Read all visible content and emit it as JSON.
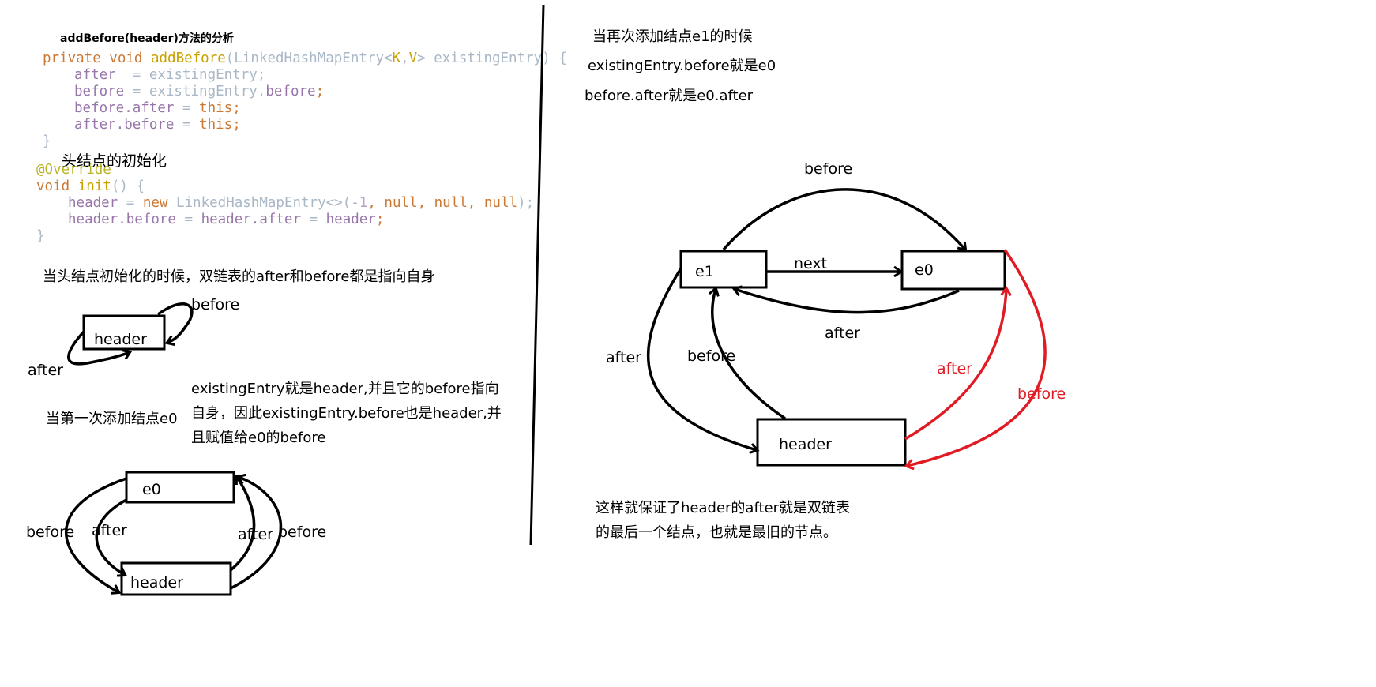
{
  "left": {
    "heading": "addBefore(header)方法的分析",
    "code1": {
      "line1": {
        "kw": "private void ",
        "fn": "addBefore",
        "rest": "(LinkedHashMapEntry<",
        "k": "K",
        "c": ",",
        "vv": "V",
        "tail": "> existingEntry) {"
      },
      "line2": {
        "a": "after",
        "b": "  = existingEntry;"
      },
      "line3": {
        "a": "before",
        "b": " = existingEntry.",
        "c": "before",
        "d": ";"
      },
      "line4": {
        "a": "before.after",
        "b": " = ",
        "c": "this",
        "d": ";"
      },
      "line5": {
        "a": "after.before",
        "b": " = ",
        "c": "this",
        "d": ";"
      },
      "line6": "}"
    },
    "init_caption": "头结点的初始化",
    "code2": {
      "line1": "@Override",
      "line2": {
        "kw": "void ",
        "fn": "init",
        "rest": "() {"
      },
      "line3": {
        "a": "header",
        "b": " = ",
        "c": "new ",
        "d": "LinkedHashMapEntry<>(",
        "e": "-1",
        "f": ", ",
        "g": "null",
        "h": ", ",
        "i": "null",
        "j": ", ",
        "k": "null",
        "l": ");"
      },
      "line4": {
        "a": "header.before",
        "b": " = ",
        "c": "header.after",
        "d": " = ",
        "e": "header",
        "f": ";"
      },
      "line5": "}"
    },
    "note_init": "当头结点初始化的时候，双链表的after和before都是指向自身",
    "diagram1": {
      "node": "header",
      "before_label": "before",
      "after_label": "after"
    },
    "note_first": "当第一次添加结点e0",
    "note_existing": [
      "existingEntry就是header,并且它的before指向",
      "自身，因此existingEntry.before也是header,并",
      "且赋值给e0的before"
    ],
    "diagram2": {
      "top_node": "e0",
      "bottom_node": "header",
      "labels": [
        "before",
        "after",
        "after",
        "before"
      ]
    }
  },
  "right": {
    "note_lines": [
      "当再次添加结点e1的时候",
      "existingEntry.before就是e0",
      "before.after就是e0.after"
    ],
    "diagram3": {
      "nodes": {
        "e1": "e1",
        "e0": "e0",
        "header": "header"
      },
      "labels": {
        "before_top": "before",
        "next": "next",
        "after_mid": "after",
        "after_left": "after",
        "before_left": "before",
        "after_red": "after",
        "before_red": "before"
      }
    },
    "conclusion": [
      "这样就保证了header的after就是双链表",
      "的最后一个结点，也就是最旧的节点。"
    ]
  },
  "colors": {
    "arrow": "#000000",
    "red_arrow": "#e01b24"
  }
}
